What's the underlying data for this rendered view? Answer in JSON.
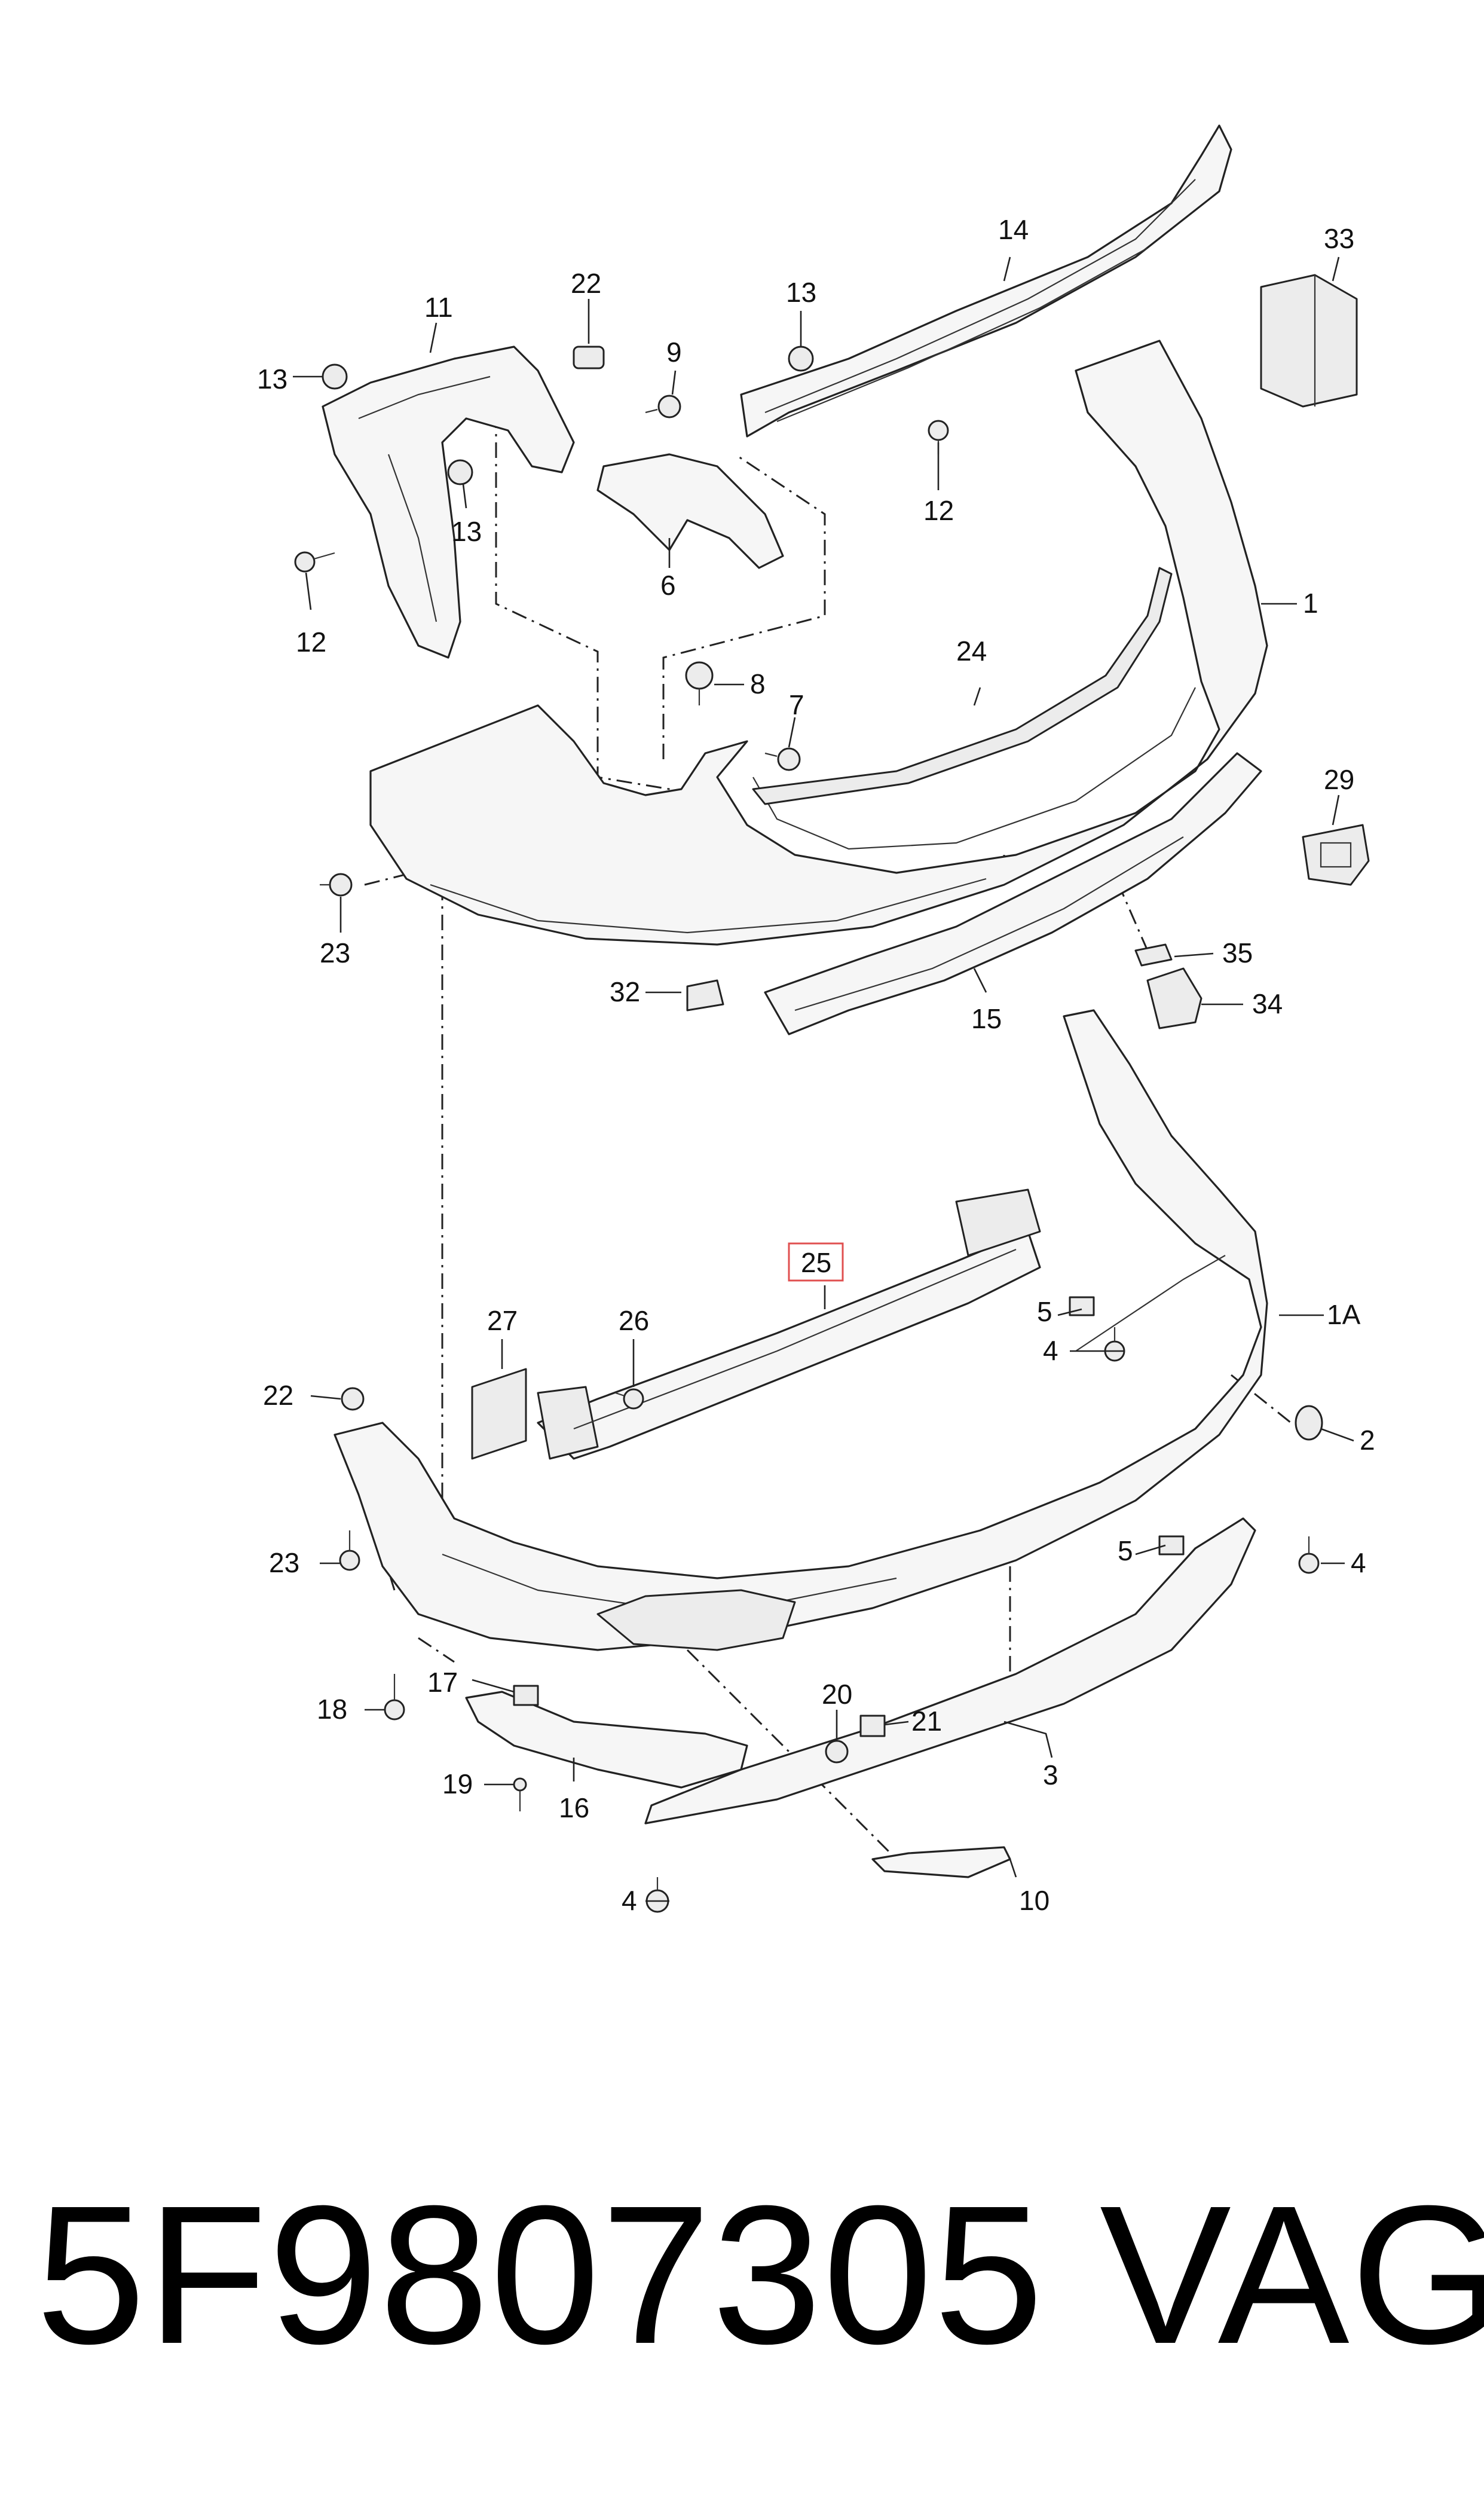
{
  "callouts": [
    {
      "id": "c1",
      "label": "1"
    },
    {
      "id": "c1a",
      "label": "1A"
    },
    {
      "id": "c2",
      "label": "2"
    },
    {
      "id": "c3",
      "label": "3"
    },
    {
      "id": "c4a",
      "label": "4"
    },
    {
      "id": "c4b",
      "label": "4"
    },
    {
      "id": "c4c",
      "label": "4"
    },
    {
      "id": "c5a",
      "label": "5"
    },
    {
      "id": "c5b",
      "label": "5"
    },
    {
      "id": "c6",
      "label": "6"
    },
    {
      "id": "c7",
      "label": "7"
    },
    {
      "id": "c8",
      "label": "8"
    },
    {
      "id": "c9",
      "label": "9"
    },
    {
      "id": "c10",
      "label": "10"
    },
    {
      "id": "c11",
      "label": "11"
    },
    {
      "id": "c12a",
      "label": "12"
    },
    {
      "id": "c12b",
      "label": "12"
    },
    {
      "id": "c13a",
      "label": "13"
    },
    {
      "id": "c13b",
      "label": "13"
    },
    {
      "id": "c13c",
      "label": "13"
    },
    {
      "id": "c14",
      "label": "14"
    },
    {
      "id": "c15",
      "label": "15"
    },
    {
      "id": "c16",
      "label": "16"
    },
    {
      "id": "c17",
      "label": "17"
    },
    {
      "id": "c18",
      "label": "18"
    },
    {
      "id": "c19",
      "label": "19"
    },
    {
      "id": "c20",
      "label": "20"
    },
    {
      "id": "c21",
      "label": "21"
    },
    {
      "id": "c22a",
      "label": "22"
    },
    {
      "id": "c22b",
      "label": "22"
    },
    {
      "id": "c23a",
      "label": "23"
    },
    {
      "id": "c23b",
      "label": "23"
    },
    {
      "id": "c24",
      "label": "24"
    },
    {
      "id": "c25",
      "label": "25",
      "highlighted": true
    },
    {
      "id": "c26",
      "label": "26"
    },
    {
      "id": "c27",
      "label": "27"
    },
    {
      "id": "c29",
      "label": "29"
    },
    {
      "id": "c32",
      "label": "32"
    },
    {
      "id": "c33",
      "label": "33"
    },
    {
      "id": "c34",
      "label": "34"
    },
    {
      "id": "c35",
      "label": "35"
    }
  ],
  "highlight_color": "#e05050",
  "footer": {
    "part_number": "5F9807305",
    "brand": "VAG"
  }
}
